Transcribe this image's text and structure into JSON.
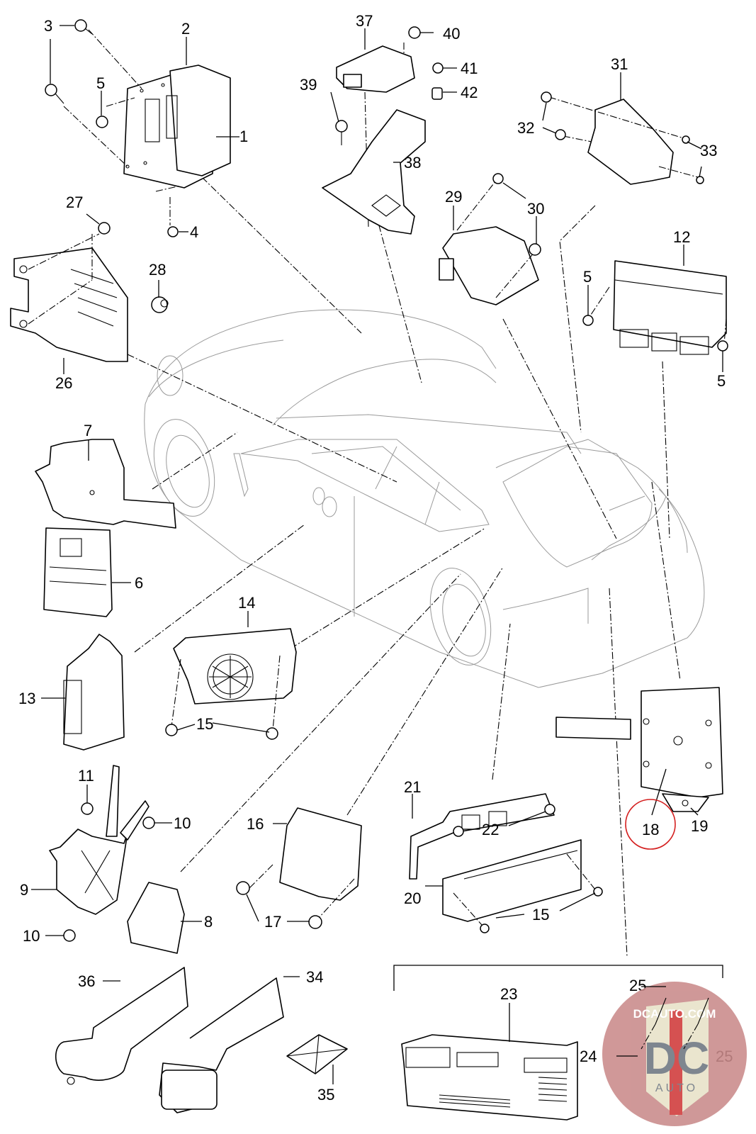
{
  "diagram": {
    "type": "exploded-parts-diagram",
    "subject": "Vehicle control units and brackets",
    "highlighted_callout": "18",
    "highlight_color": "#d42020",
    "callouts": [
      {
        "id": "c1",
        "label": "1"
      },
      {
        "id": "c2",
        "label": "2"
      },
      {
        "id": "c3a",
        "label": "3"
      },
      {
        "id": "c3b",
        "label": "3"
      },
      {
        "id": "c4",
        "label": "4"
      },
      {
        "id": "c5a",
        "label": "5"
      },
      {
        "id": "c5b",
        "label": "5"
      },
      {
        "id": "c5c",
        "label": "5"
      },
      {
        "id": "c6",
        "label": "6"
      },
      {
        "id": "c7",
        "label": "7"
      },
      {
        "id": "c8",
        "label": "8"
      },
      {
        "id": "c9",
        "label": "9"
      },
      {
        "id": "c10a",
        "label": "10"
      },
      {
        "id": "c10b",
        "label": "10"
      },
      {
        "id": "c11",
        "label": "11"
      },
      {
        "id": "c12",
        "label": "12"
      },
      {
        "id": "c13",
        "label": "13"
      },
      {
        "id": "c14",
        "label": "14"
      },
      {
        "id": "c15a",
        "label": "15"
      },
      {
        "id": "c15b",
        "label": "15"
      },
      {
        "id": "c16",
        "label": "16"
      },
      {
        "id": "c17",
        "label": "17"
      },
      {
        "id": "c18",
        "label": "18"
      },
      {
        "id": "c19",
        "label": "19"
      },
      {
        "id": "c20",
        "label": "20"
      },
      {
        "id": "c21",
        "label": "21"
      },
      {
        "id": "c22",
        "label": "22"
      },
      {
        "id": "c23",
        "label": "23"
      },
      {
        "id": "c24",
        "label": "24"
      },
      {
        "id": "c25a",
        "label": "25"
      },
      {
        "id": "c25b",
        "label": "25"
      },
      {
        "id": "c26",
        "label": "26"
      },
      {
        "id": "c27",
        "label": "27"
      },
      {
        "id": "c28",
        "label": "28"
      },
      {
        "id": "c29",
        "label": "29"
      },
      {
        "id": "c30",
        "label": "30"
      },
      {
        "id": "c31",
        "label": "31"
      },
      {
        "id": "c32",
        "label": "32"
      },
      {
        "id": "c33",
        "label": "33"
      },
      {
        "id": "c34",
        "label": "34"
      },
      {
        "id": "c35",
        "label": "35"
      },
      {
        "id": "c36",
        "label": "36"
      },
      {
        "id": "c37",
        "label": "37"
      },
      {
        "id": "c38",
        "label": "38"
      },
      {
        "id": "c39",
        "label": "39"
      },
      {
        "id": "c40",
        "label": "40"
      },
      {
        "id": "c41",
        "label": "41"
      },
      {
        "id": "c42",
        "label": "42"
      }
    ]
  },
  "watermark": {
    "top_text": "DCAUTO.COM",
    "logo_letters": "DC",
    "bottom_text": "AUTO",
    "colors": {
      "badge_bg": "#c98a8a",
      "shield": "#e8e2c8",
      "letters": "#6d7680",
      "stripe": "#d03a3a"
    }
  }
}
